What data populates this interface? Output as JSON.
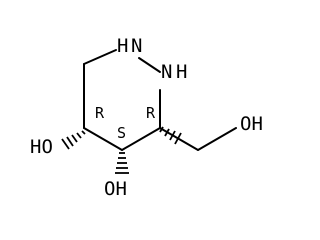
{
  "molecule": {
    "atoms": {
      "n1": "N",
      "n2": "N",
      "n1_h": "H",
      "n2_h": "H",
      "oh_c4": "HO",
      "oh_c5": "OH",
      "oh_ch2": "OH"
    },
    "stereocenters": {
      "c4": "R",
      "c5": "S",
      "c6": "R"
    }
  }
}
